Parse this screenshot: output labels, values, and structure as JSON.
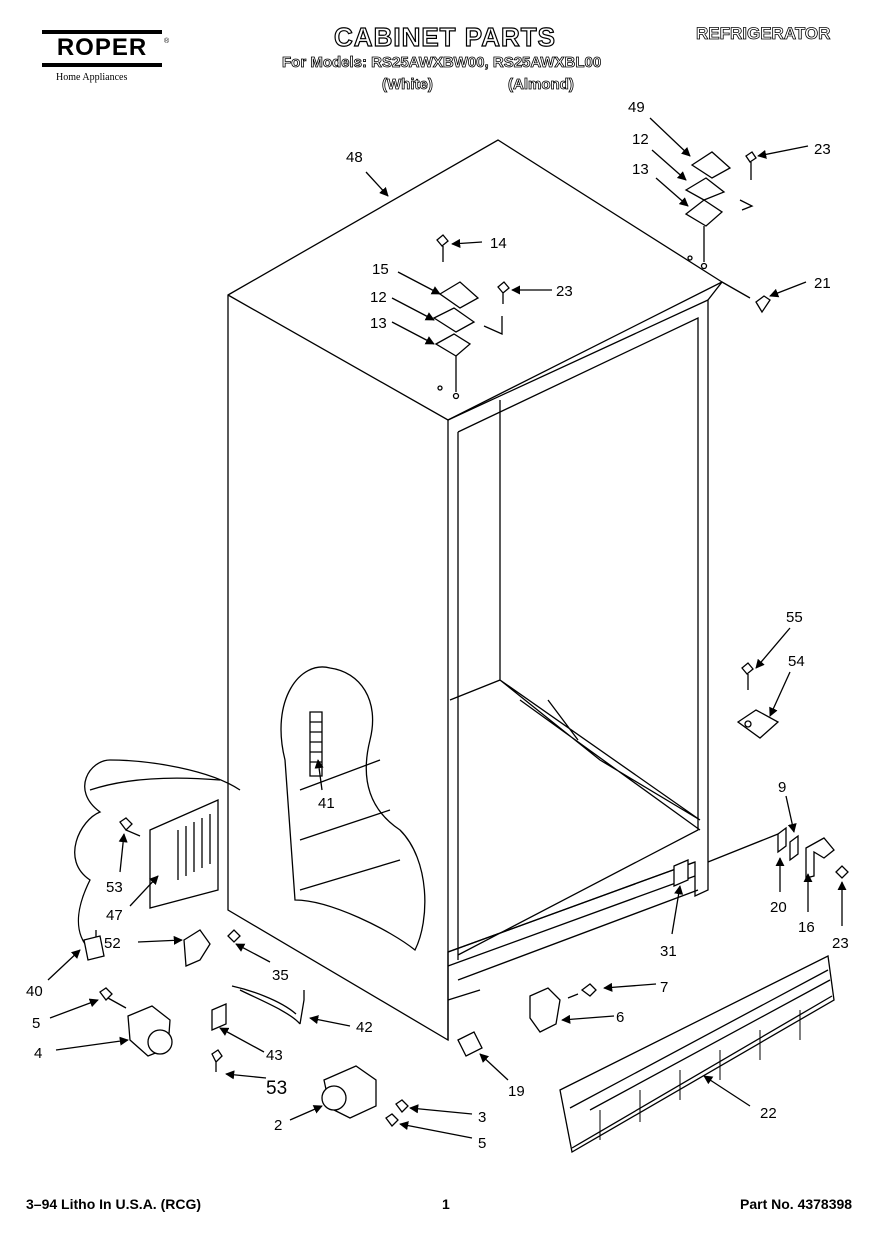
{
  "header": {
    "brand": "ROPER",
    "brand_mark": "®",
    "brand_tagline": "Home Appliances",
    "title": "CABINET PARTS",
    "category": "REFRIGERATOR",
    "models_line": "For Models: RS25AWXBW00, RS25AWXBL00",
    "variant_white": "(White)",
    "variant_almond": "(Almond)"
  },
  "footer": {
    "print_info": "3–94 Litho In U.S.A. (RCG)",
    "page_number": "1",
    "part_number": "Part No. 4378398"
  },
  "callouts": {
    "c48": "48",
    "c49": "49",
    "c12a": "12",
    "c13a": "13",
    "c23a": "23",
    "c14": "14",
    "c15": "15",
    "c12b": "12",
    "c13b": "13",
    "c23b": "23",
    "c21": "21",
    "c55": "55",
    "c54": "54",
    "c41": "41",
    "c9": "9",
    "c20": "20",
    "c16": "16",
    "c23c": "23",
    "c31": "31",
    "c53a": "53",
    "c47": "47",
    "c52": "52",
    "c40": "40",
    "c35": "35",
    "c5a": "5",
    "c4": "4",
    "c42": "42",
    "c43": "43",
    "c53b": "53",
    "c7": "7",
    "c6": "6",
    "c19": "19",
    "c22": "22",
    "c2": "2",
    "c3": "3",
    "c5b": "5"
  }
}
